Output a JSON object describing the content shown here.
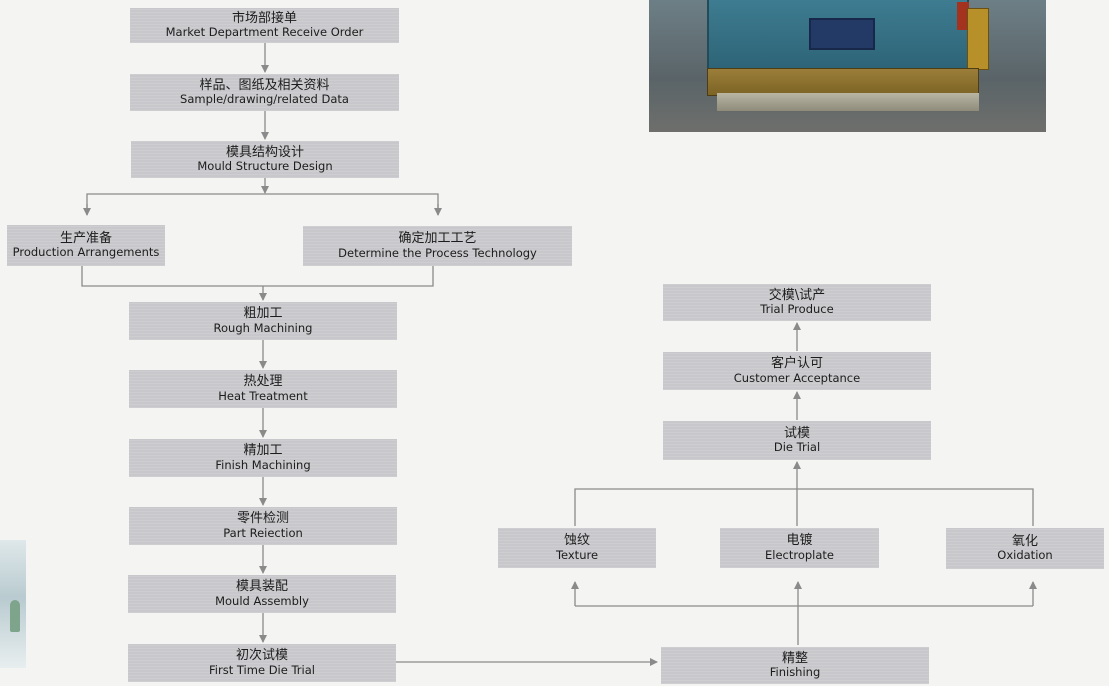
{
  "colors": {
    "box_fill": "#c8c8cc",
    "connector": "#8a8a8a",
    "background": "#f4f4f2"
  },
  "steps": {
    "s1": {
      "zh": "市场部接单",
      "en": "Market Department Receive Order"
    },
    "s2": {
      "zh": "样品、图纸及相关资料",
      "en": "Sample/drawing/related Data"
    },
    "s3": {
      "zh": "模具结构设计",
      "en": "Mould Structure Design"
    },
    "s4a": {
      "zh": "生产准备",
      "en": "Production Arrangements"
    },
    "s4b": {
      "zh": "确定加工工艺",
      "en": "Determine the Process Technology"
    },
    "s5": {
      "zh": "粗加工",
      "en": "Rough Machining"
    },
    "s6": {
      "zh": "热处理",
      "en": "Heat Treatment"
    },
    "s7": {
      "zh": "精加工",
      "en": "Finish Machining"
    },
    "s8": {
      "zh": "零件检测",
      "en": "Part Reiection"
    },
    "s9": {
      "zh": "模具装配",
      "en": "Mould Assembly"
    },
    "s10": {
      "zh": "初次试模",
      "en": "First Time Die Trial"
    },
    "s11": {
      "zh": "精整",
      "en": "Finishing"
    },
    "s12a": {
      "zh": "蚀纹",
      "en": "Texture"
    },
    "s12b": {
      "zh": "电镀",
      "en": "Electroplate"
    },
    "s12c": {
      "zh": "氧化",
      "en": "Oxidation"
    },
    "s13": {
      "zh": "试模",
      "en": "Die Trial"
    },
    "s14": {
      "zh": "客户认可",
      "en": "Customer Acceptance"
    },
    "s15": {
      "zh": "交模\\试产",
      "en": "Trial Produce"
    }
  }
}
